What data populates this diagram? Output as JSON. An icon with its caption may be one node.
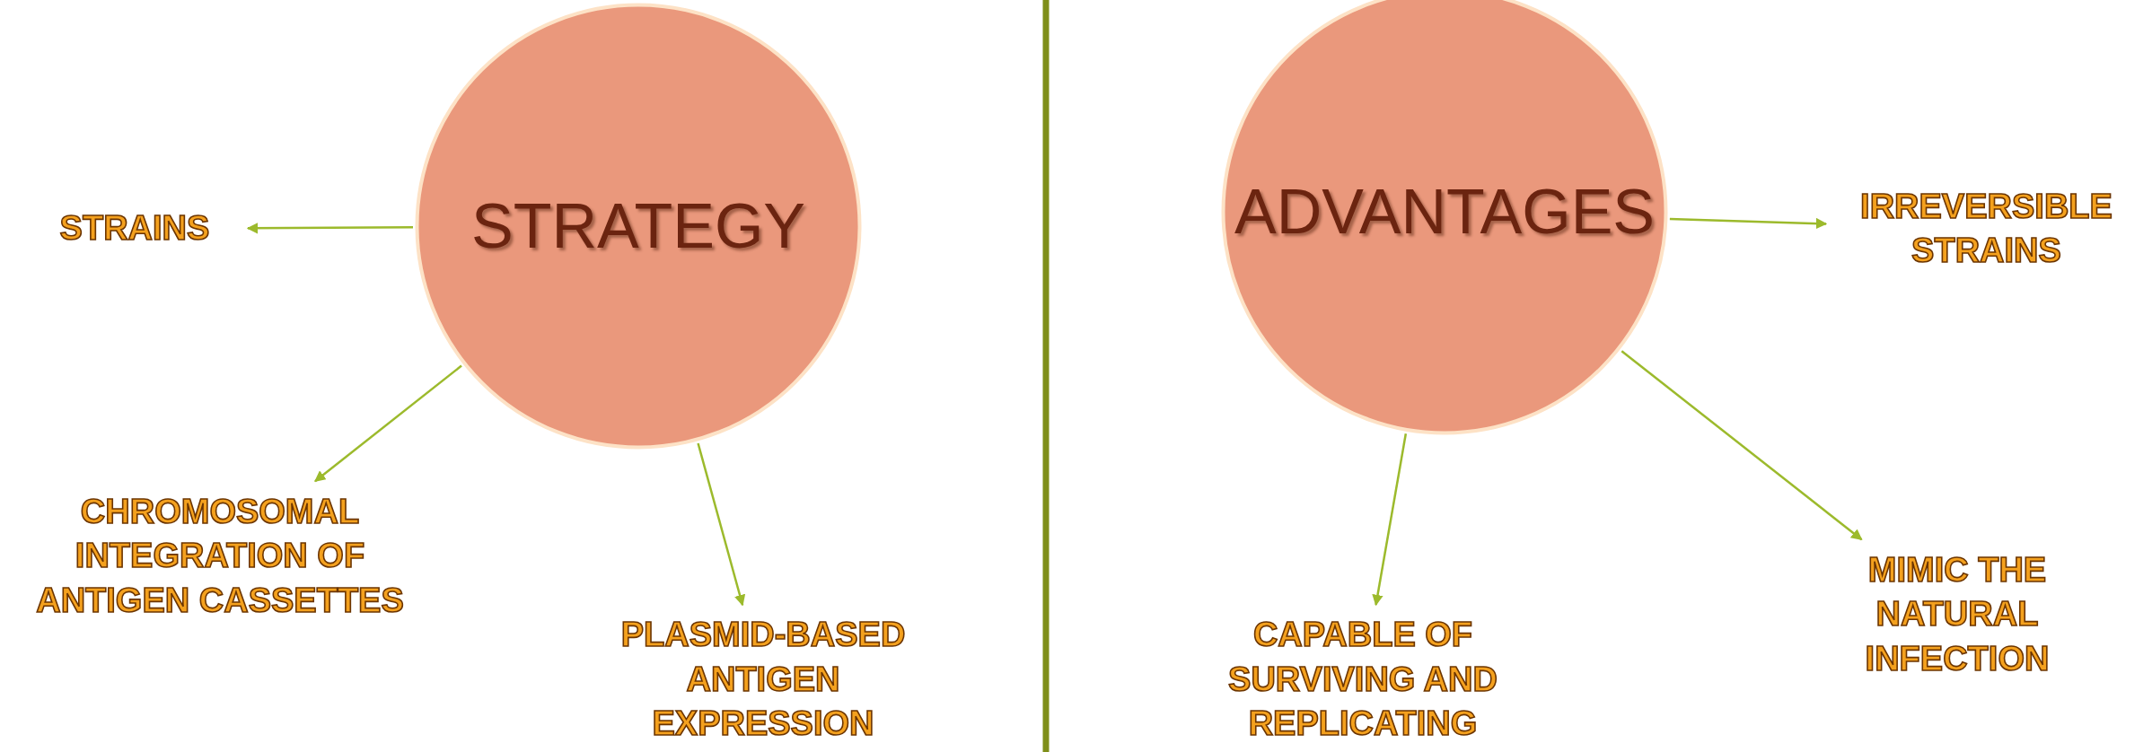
{
  "diagram": {
    "nodes": [
      {
        "text": [
          "STRATEGY"
        ]
      },
      {
        "text": [
          "STRAINS"
        ]
      },
      {
        "text": [
          "CHROMOSOMAL INTEGRATION OF ANTIGEN CASSETTES"
        ]
      },
      {
        "text": [
          "PLASMID-BASED ANTIGEN EXPRESSION"
        ]
      },
      {
        "text": [
          "ADVANTAGES"
        ]
      },
      {
        "text": [
          "IRREVERSIBLE STRAINS"
        ]
      },
      {
        "text": [
          "MIMIC THE NATURAL INFECTION"
        ]
      },
      {
        "text": [
          "CAPABLE OF SURVIVING AND REPLICATING"
        ]
      }
    ],
    "edges": [
      {
        "from": 0,
        "to": 1,
        "arrow": "to"
      },
      {
        "from": 0,
        "to": 2,
        "arrow": "to"
      },
      {
        "from": 0,
        "to": 3,
        "arrow": "to"
      },
      {
        "from": 4,
        "to": 5,
        "arrow": "to"
      },
      {
        "from": 4,
        "to": 6,
        "arrow": "to"
      },
      {
        "from": 4,
        "to": 7,
        "arrow": "to"
      }
    ]
  }
}
